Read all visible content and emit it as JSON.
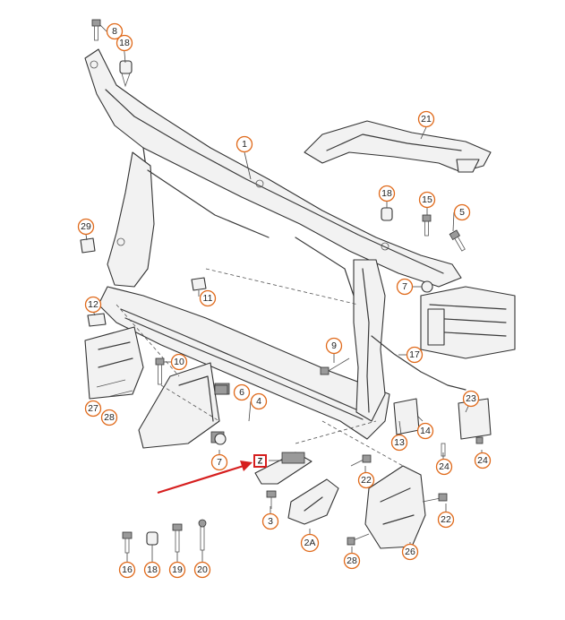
{
  "diagram": {
    "callouts": [
      "8",
      "18",
      "1",
      "21",
      "18",
      "15",
      "5",
      "29",
      "7",
      "11",
      "12",
      "9",
      "10",
      "17",
      "6",
      "4",
      "23",
      "27",
      "28",
      "13",
      "14",
      "24",
      "24",
      "7",
      "Z",
      "22",
      "3",
      "22",
      "2A",
      "28",
      "26",
      "16",
      "18",
      "19",
      "20"
    ],
    "marker": "Z",
    "colors": {
      "callout_ring": "#e06a1b",
      "marker_border": "#d61f1f",
      "arrow": "#d61f1f",
      "line_art": "#3a3a3a"
    }
  }
}
